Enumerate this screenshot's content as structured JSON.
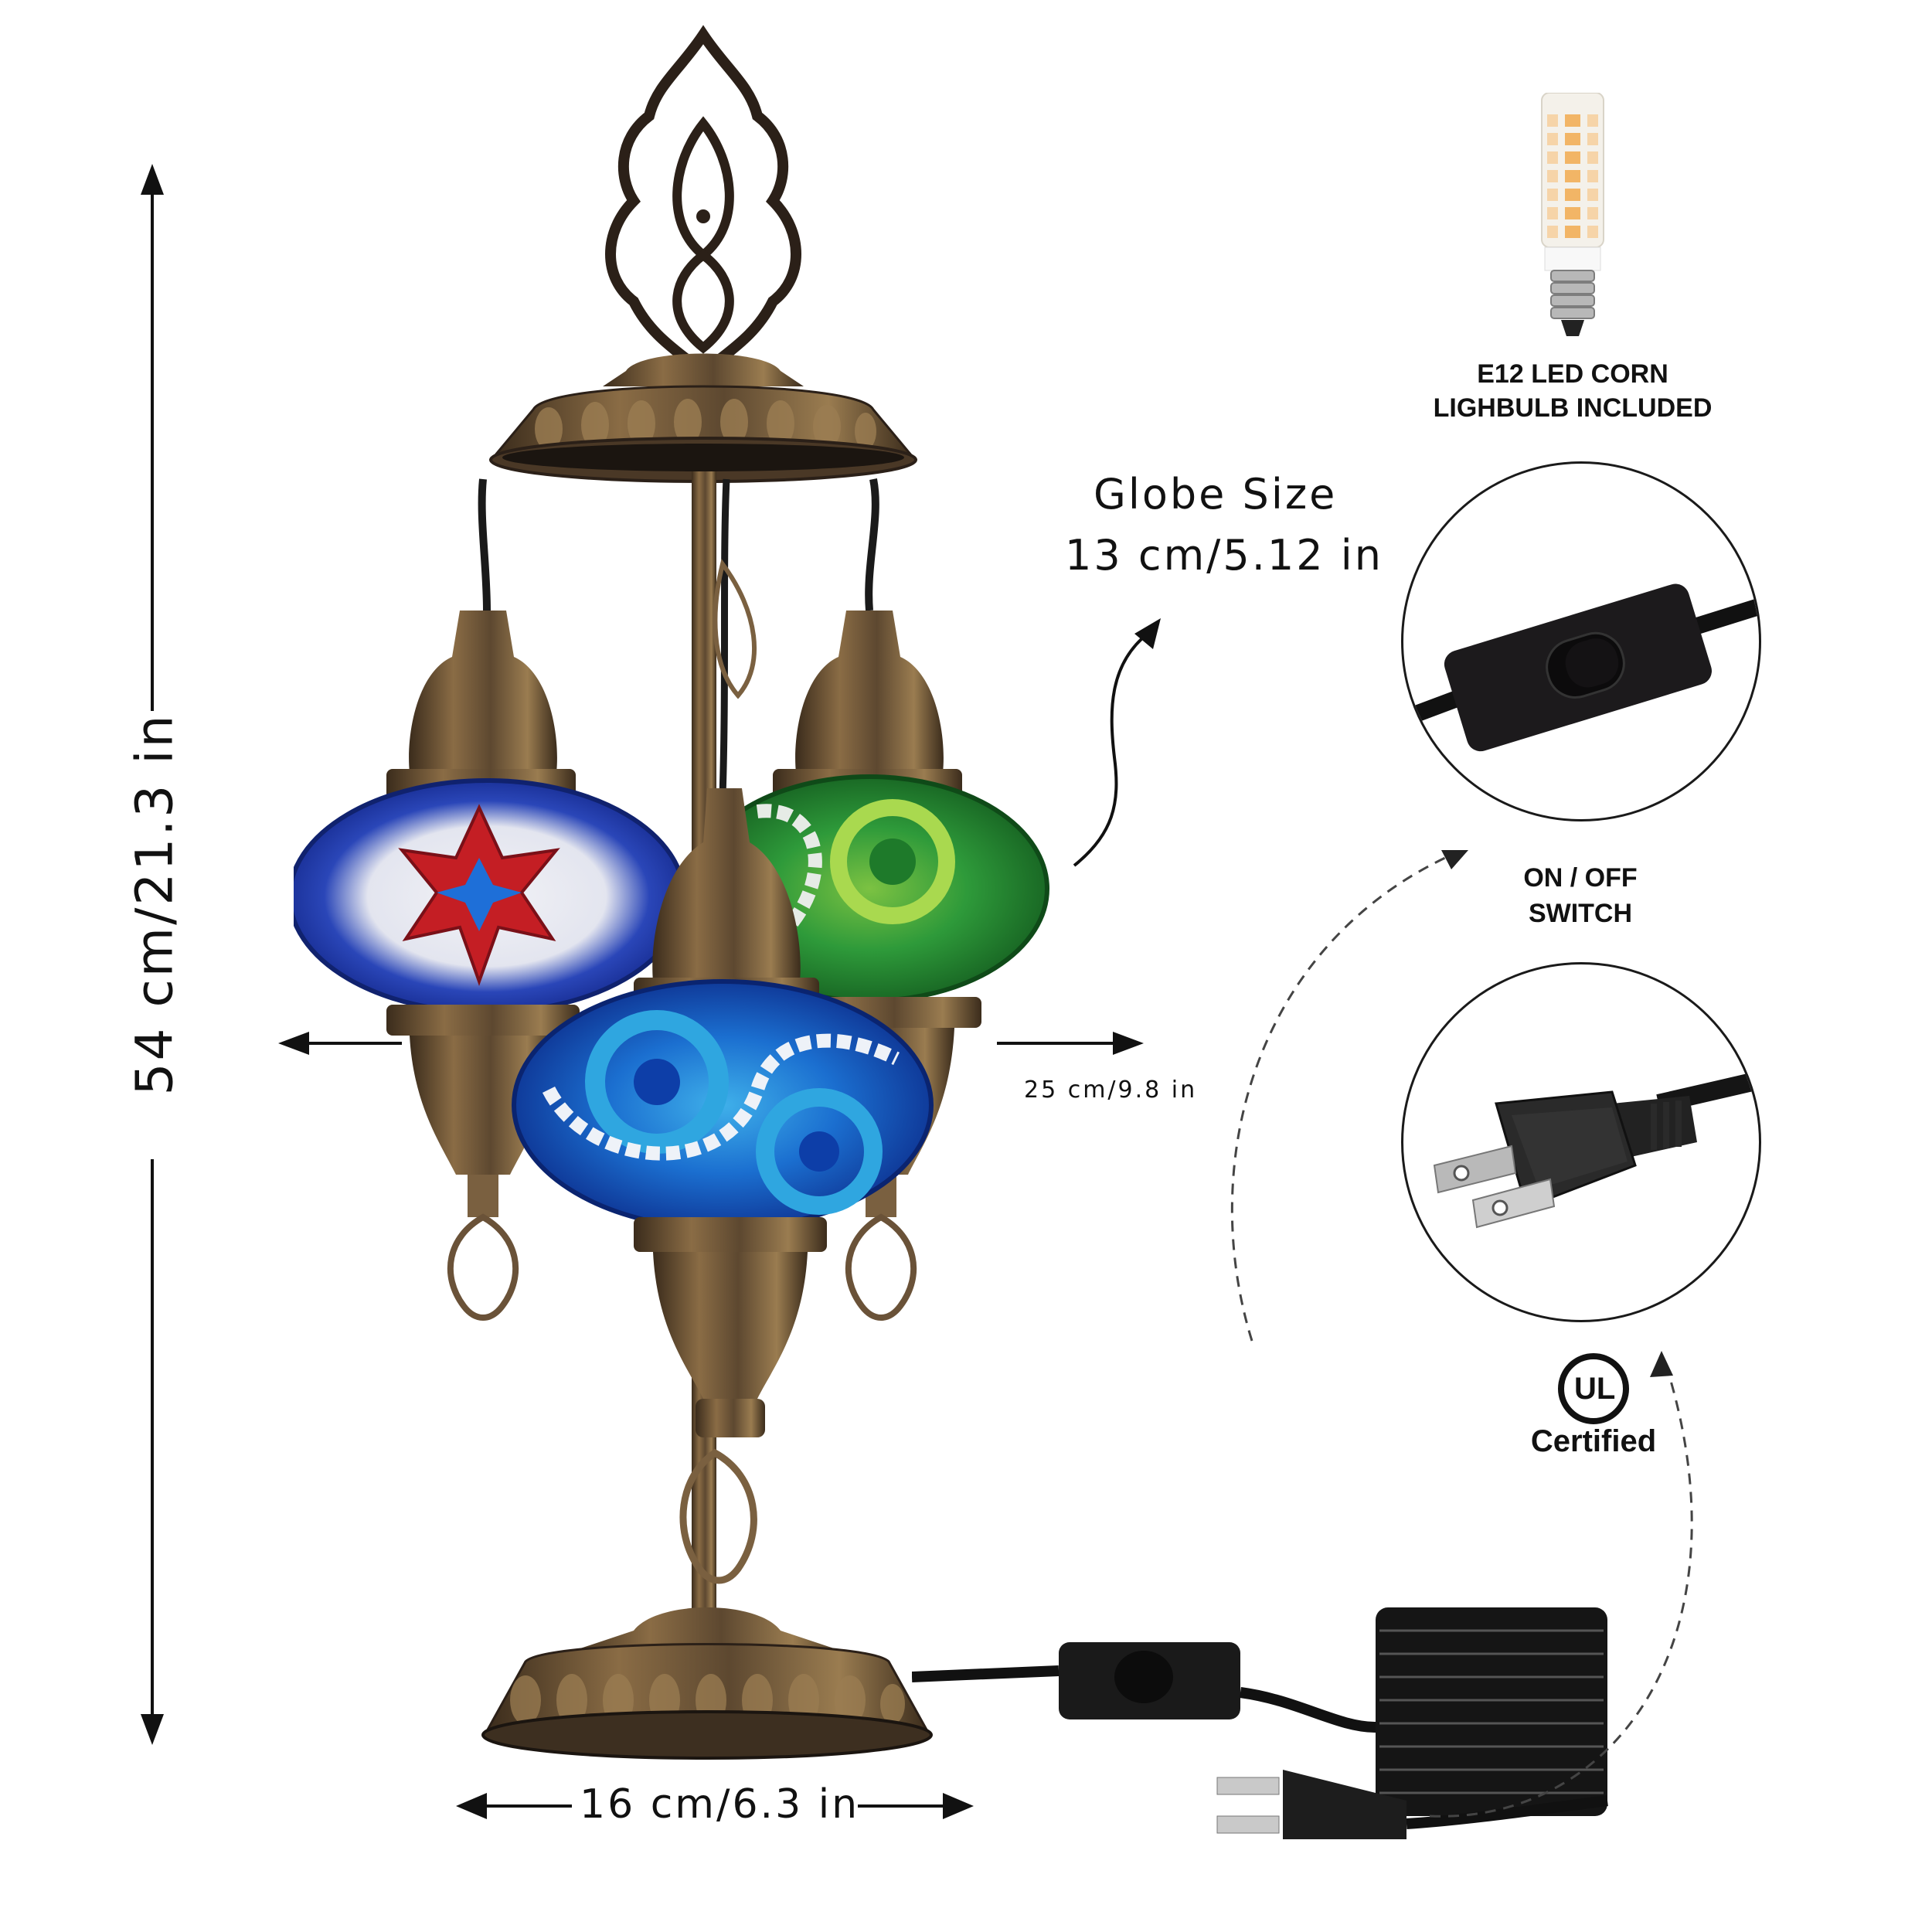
{
  "dimensions": {
    "height": "54 cm/21.3 in",
    "width": "25 cm/9.8 in",
    "base": "16 cm/6.3 in",
    "globe_title": "Globe Size",
    "globe_size": "13 cm/5.12 in"
  },
  "features": {
    "bulb": {
      "line1": "E12 LED CORN",
      "line2": "LIGHBULB INCLUDED",
      "icon": "led-corn-bulb-icon"
    },
    "switch": {
      "line1": "ON / OFF",
      "line2": "SWITCH",
      "icon": "inline-rocker-switch-icon"
    },
    "plug": {
      "icon": "two-prong-us-plug-icon"
    },
    "certification": {
      "mark": "UL",
      "label": "Certified",
      "icon": "ul-certified-icon"
    }
  },
  "product": {
    "globes": [
      {
        "position": "left",
        "pattern": "red star on white beads",
        "colors": [
          "#1c3aa8",
          "#c41e24",
          "#e8e8f0"
        ]
      },
      {
        "position": "right",
        "pattern": "green bead spirals with mirrors",
        "colors": [
          "#1f8a2e",
          "#7cc242",
          "#d8dcd8"
        ]
      },
      {
        "position": "center",
        "pattern": "blue bead spirals with mirrors",
        "colors": [
          "#1357c9",
          "#2fa6e0",
          "#dfe8f2"
        ]
      }
    ],
    "metal_color": "#5a4630",
    "metal_highlight": "#9b7d52",
    "cord_color": "#111111"
  }
}
